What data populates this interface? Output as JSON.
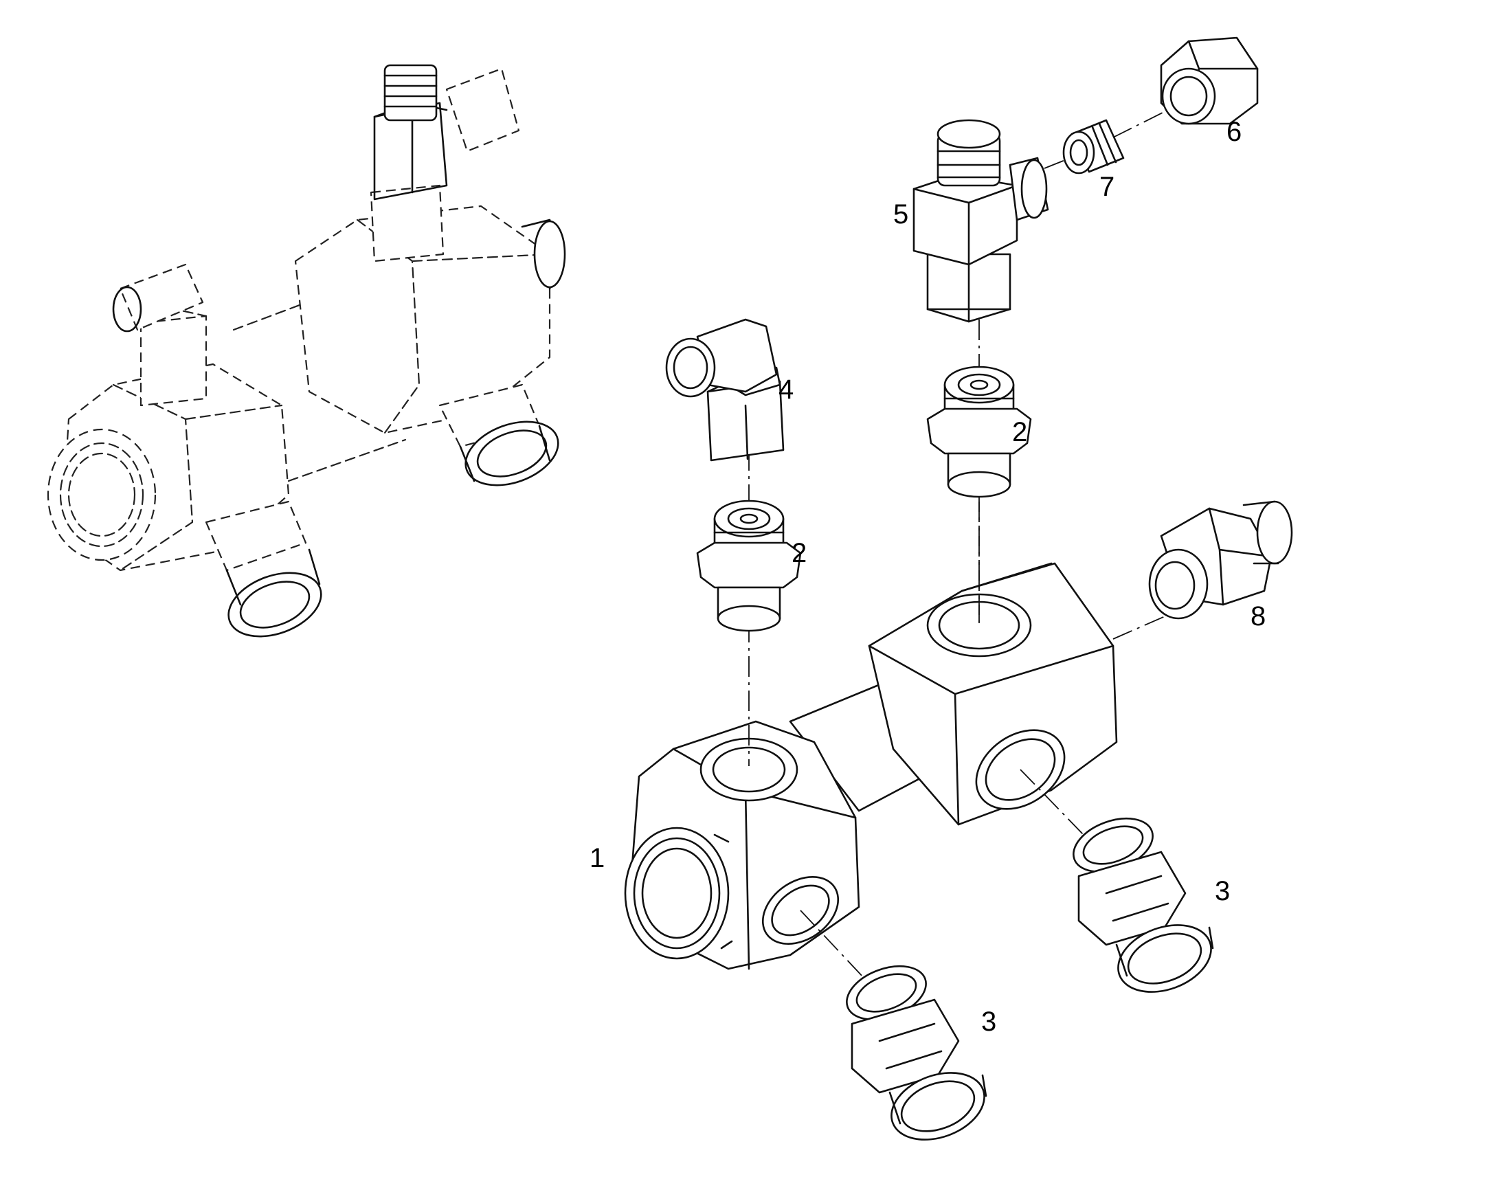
{
  "callouts": [
    {
      "id": "c1",
      "text": "1"
    },
    {
      "id": "c2a",
      "text": "2"
    },
    {
      "id": "c2b",
      "text": "2"
    },
    {
      "id": "c3a",
      "text": "3"
    },
    {
      "id": "c3b",
      "text": "3"
    },
    {
      "id": "c4",
      "text": "4"
    },
    {
      "id": "c5",
      "text": "5"
    },
    {
      "id": "c6",
      "text": "6"
    },
    {
      "id": "c7",
      "text": "7"
    },
    {
      "id": "c8",
      "text": "8"
    }
  ]
}
